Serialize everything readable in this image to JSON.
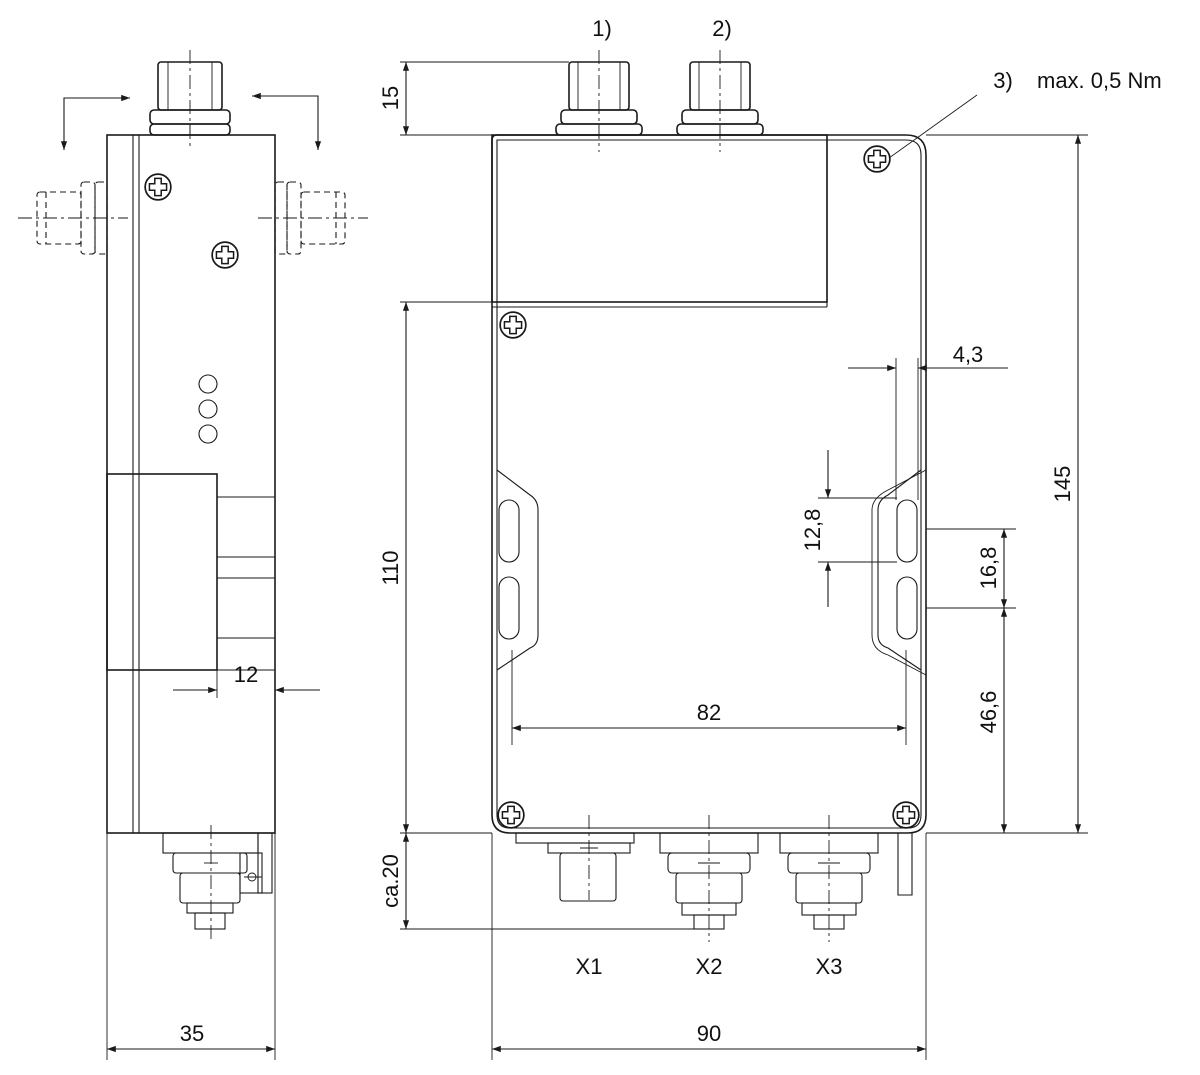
{
  "notes": {
    "n1": "1)",
    "n2": "2)",
    "n3": "3)",
    "n3_text": "max. 0,5 Nm"
  },
  "dimensions": {
    "d15": "15",
    "d145": "145",
    "d110": "110",
    "d4_3": "4,3",
    "d12_8": "12,8",
    "d16_8": "16,8",
    "d46_6": "46,6",
    "d82": "82",
    "d12": "12",
    "d_ca20": "ca.20",
    "d35": "35",
    "d90": "90"
  },
  "connectors": {
    "x1": "X1",
    "x2": "X2",
    "x3": "X3"
  }
}
